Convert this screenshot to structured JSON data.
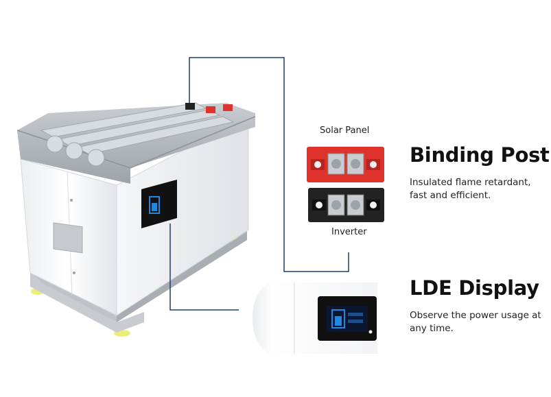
{
  "labels": {
    "solar_panel": "Solar Panel",
    "inverter": "Inverter"
  },
  "features": [
    {
      "title": "Binding Post",
      "description": "Insulated flame retardant, fast and efficient."
    },
    {
      "title": "LDE Display",
      "description": "Observe the power usage at any time."
    }
  ],
  "colors": {
    "callout_line": "#1f3a6e",
    "terminal_red": "#e0322d",
    "terminal_black": "#222222",
    "display_blue": "#1e88e5",
    "foot_yellow": "#e8f07a"
  },
  "icons": {
    "battery_display": "battery-level-icon"
  }
}
